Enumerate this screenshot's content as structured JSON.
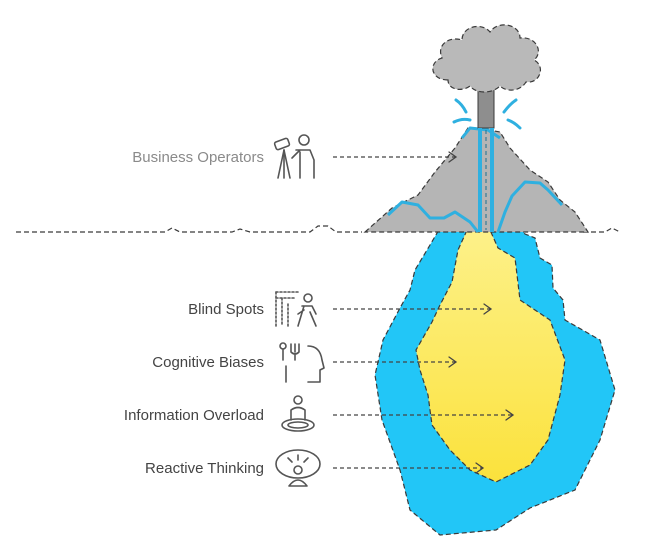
{
  "labels": {
    "top": "Business Operators",
    "items": [
      "Blind Spots",
      "Cognitive Biases",
      "Information Overload",
      "Reactive Thinking"
    ]
  },
  "icons": {
    "top": "person-with-telescope-icon",
    "items": [
      "blind-person-icon",
      "brain-bias-icon",
      "overloaded-person-icon",
      "meditating-person-icon"
    ]
  },
  "colors": {
    "outer_fill": "#22c6f7",
    "inner_fill": "#fbe23c",
    "inner_fill_light": "#fdf18a",
    "mountain": "#b5b5b5",
    "cloud": "#b9b9b9",
    "water": "#2fb0e0",
    "line": "#444444",
    "label": "#444444",
    "label_top": "#8a8a8a"
  }
}
